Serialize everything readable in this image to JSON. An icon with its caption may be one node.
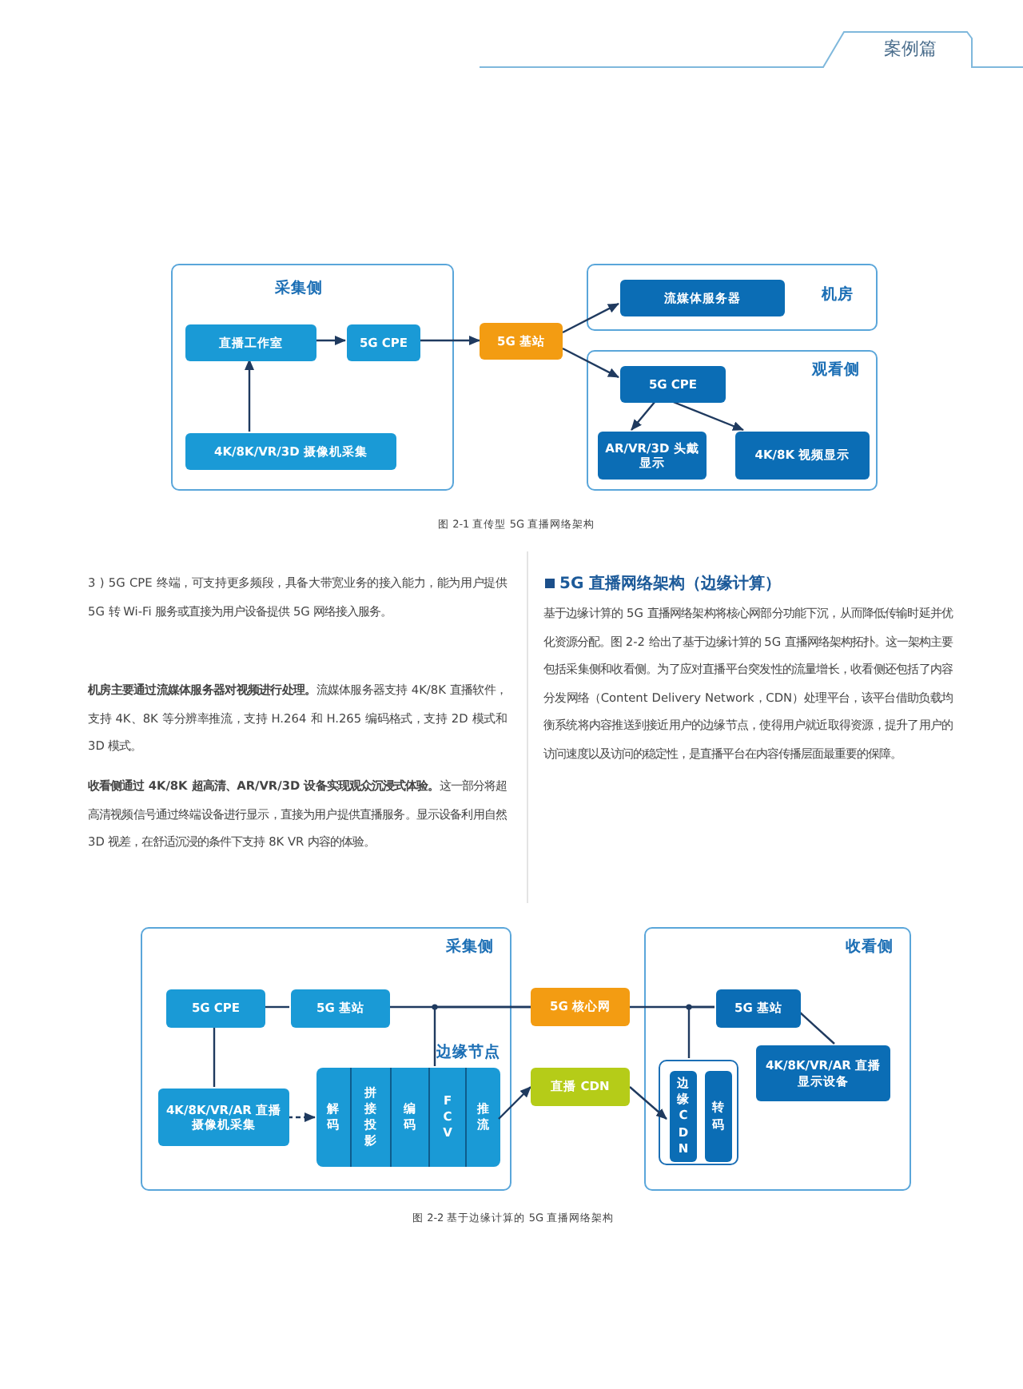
{
  "diagram": {
    "nodes": [
      {
        "text": [
          "采集侧"
        ]
      },
      {
        "text": [
          "直播工作室"
        ],
        "in": 0
      },
      {
        "text": [
          "5G CPE"
        ],
        "in": 0
      },
      {
        "text": [
          "4K/8K/VR/3D 摄像机采集"
        ],
        "in": 0
      },
      {
        "text": [
          "5G 基站"
        ]
      },
      {
        "text": [
          "机房"
        ]
      },
      {
        "text": [
          "流媒体服务器"
        ],
        "in": 5
      },
      {
        "text": [
          "观看侧"
        ]
      },
      {
        "text": [
          "5G CPE"
        ],
        "in": 7
      },
      {
        "text": [
          "AR/VR/3D 头戴显示"
        ],
        "in": 7
      },
      {
        "text": [
          "4K/8K 视频显示"
        ],
        "in": 7
      },
      {
        "text": [
          "采集侧"
        ]
      },
      {
        "text": [
          "5G CPE"
        ],
        "in": 11
      },
      {
        "text": [
          "5G 基站"
        ],
        "in": 11
      },
      {
        "text": [
          "4K/8K/VR/AR 直播摄像机采集"
        ],
        "in": 11
      },
      {
        "text": [
          "边缘节点"
        ],
        "in": 11
      },
      {
        "text": [
          "解码"
        ],
        "in": 15
      },
      {
        "text": [
          "拼接投影"
        ],
        "in": 15
      },
      {
        "text": [
          "编码"
        ],
        "in": 15
      },
      {
        "text": [
          "FCV"
        ],
        "in": 15
      },
      {
        "text": [
          "推流"
        ],
        "in": 15
      },
      {
        "text": [
          "5G 核心网"
        ]
      },
      {
        "text": [
          "直播 CDN"
        ]
      },
      {
        "text": [
          "收看侧"
        ]
      },
      {
        "text": [],
        "shape": "box",
        "in": 23
      },
      {
        "text": [
          "边缘CDN"
        ],
        "in": 24
      },
      {
        "text": [
          "转码"
        ],
        "in": 24
      },
      {
        "text": [
          "5G 基站"
        ],
        "in": 23
      },
      {
        "text": [
          "4K/8K/VR/AR 直播显示设备"
        ],
        "in": 23
      }
    ],
    "edges": [
      {
        "from": 3,
        "to": 1,
        "arrow": "to"
      },
      {
        "from": 1,
        "to": 2,
        "arrow": "to"
      },
      {
        "from": 2,
        "to": 4,
        "arrow": "to"
      },
      {
        "from": 4,
        "to": 6,
        "arrow": "to"
      },
      {
        "from": 4,
        "to": 8,
        "arrow": "to"
      },
      {
        "from": 8,
        "to": 9,
        "arrow": "to"
      },
      {
        "from": 8,
        "to": 10,
        "arrow": "to"
      },
      {
        "from": 12,
        "to": 13,
        "arrow": "none"
      },
      {
        "from": 12,
        "to": 14,
        "arrow": "none"
      },
      {
        "from": 13,
        "to": 21,
        "arrow": "none"
      },
      {
        "from": 19,
        "to": 21,
        "arrow": "none"
      },
      {
        "from": 14,
        "to": 16,
        "arrow": "to",
        "style": "dashed"
      },
      {
        "from": 20,
        "to": 22,
        "arrow": "to"
      },
      {
        "from": 22,
        "to": 25,
        "arrow": "to"
      },
      {
        "from": 21,
        "to": 27,
        "arrow": "none"
      },
      {
        "from": 24,
        "to": 27,
        "arrow": "none"
      },
      {
        "from": 27,
        "to": 28,
        "arrow": "none"
      }
    ],
    "labels": [
      "案例篇",
      "图 2-1 直传型 5G 直播网络架构",
      "3 ) 5G CPE 终端，可支持更多频段，具备大带宽业务的接入能力，能为用户提供 5G 转 Wi-Fi 服务或直接为用户设备提供 5G 网络接入服务。",
      "**机房主要通过流媒体服务器对视频进行处理。**流媒体服务器支持 4K/8K 直播软件，支持 4K、8K 等分辨率推流，支持 H.264 和 H.265 编码格式，支持 2D 模式和 3D 模式。",
      "**收看侧通过 4K/8K 超高清、AR/VR/3D 设备实现观众沉浸式体验。**这一部分将超高清视频信号通过终端设备进行显示，直接为用户提供直播服务。显示设备利用自然 3D 视差，在舒适沉浸的条件下支持 8K VR 内容的体验。",
      "5G 直播网络架构（边缘计算）",
      "基于边缘计算的 5G 直播网络架构将核心网部分功能下沉，从而降低传输时延并优化资源分配。图 2-2 给出了基于边缘计算的 5G 直播网络架构拓扑。这一架构主要包括采集侧和收看侧。为了应对直播平台突发性的流量增长，收看侧还包括了内容分发网络（Content Delivery Network，CDN）处理平台，该平台借助负载均衡系统将内容推送到接近用户的边缘节点，使得用户就近取得资源，提升了用户的访问速度以及访问的稳定性，是直播平台在内容传播层面最重要的保障。",
      "图 2-2 基于边缘计算的 5G 直播网络架构"
    ]
  }
}
